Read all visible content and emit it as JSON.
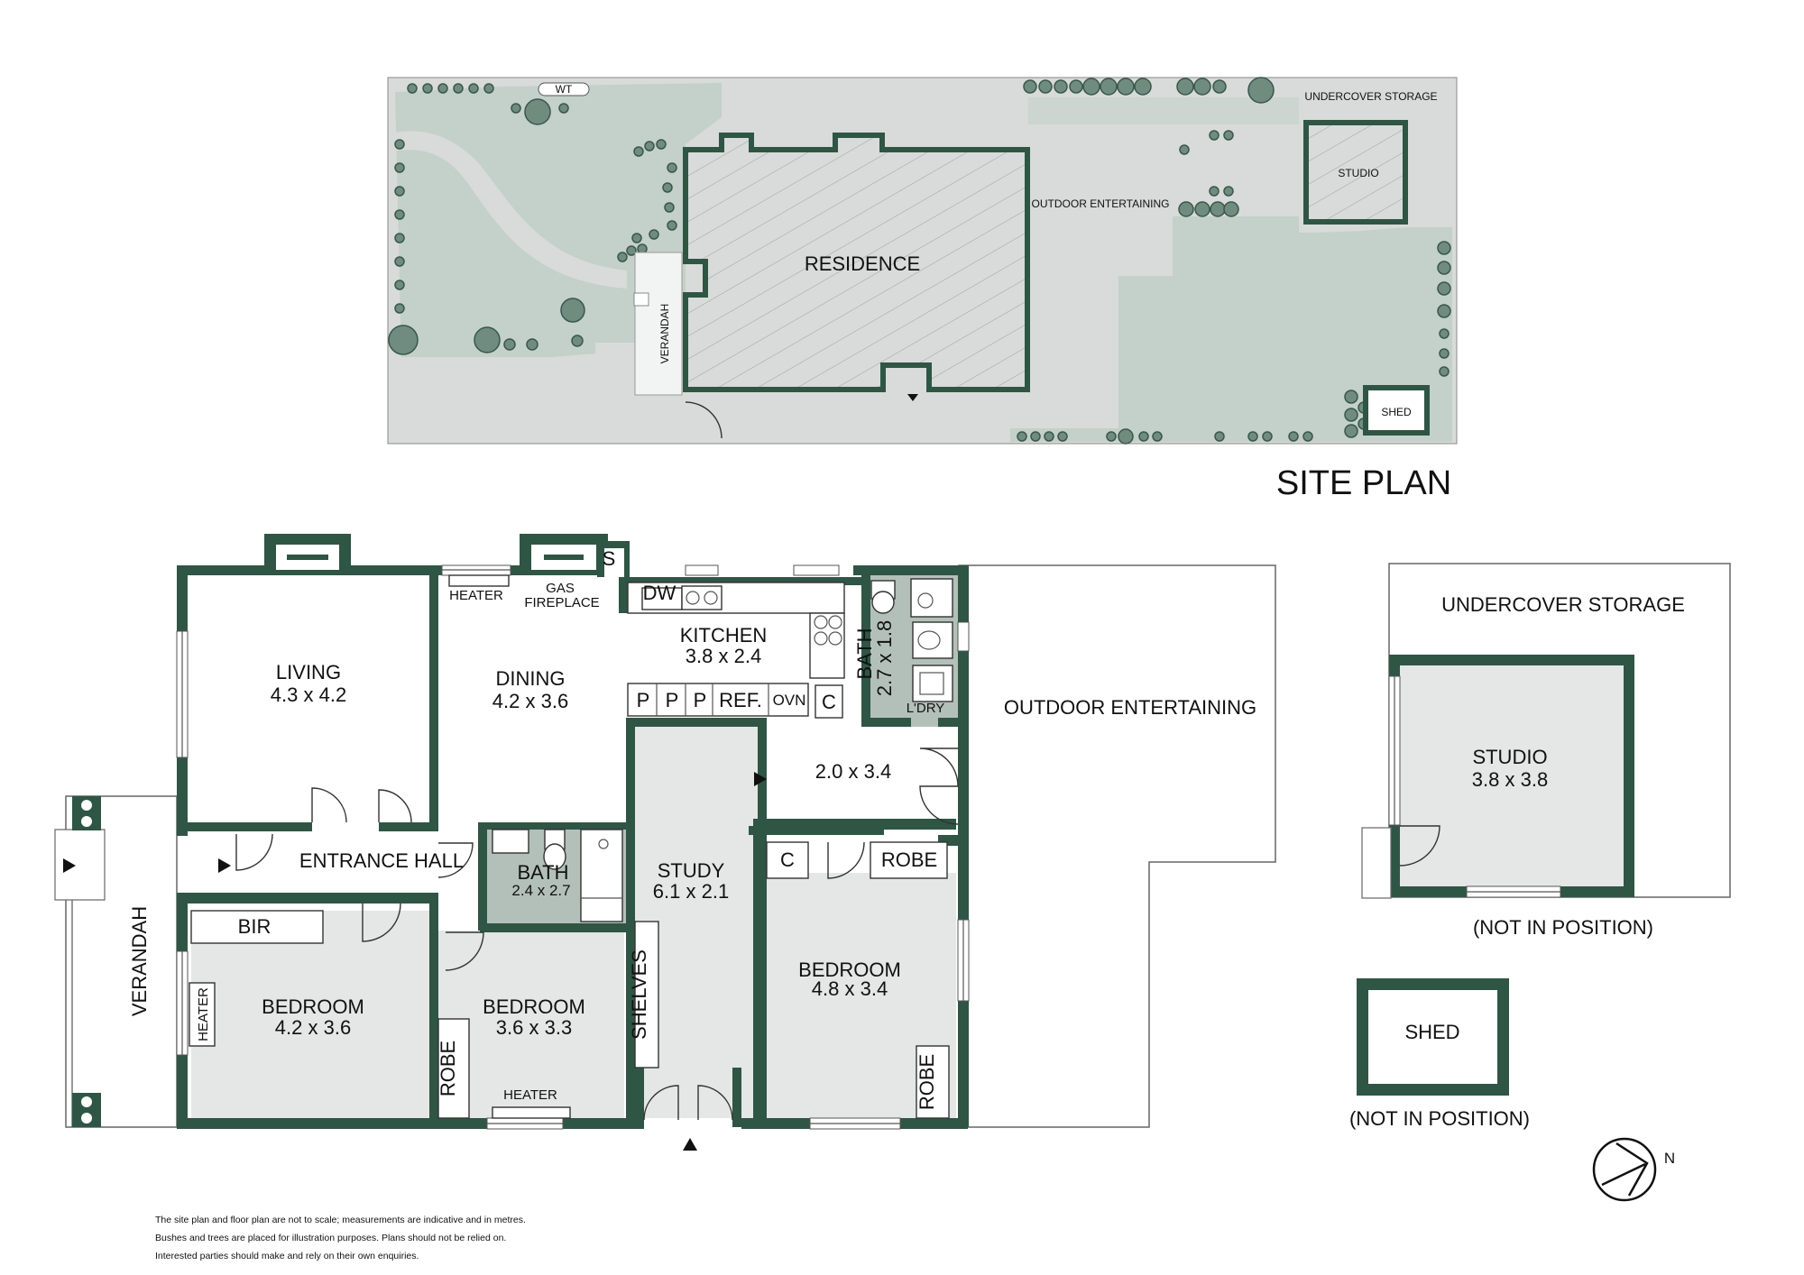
{
  "site_plan": {
    "title": "SITE PLAN",
    "labels": {
      "residence": "RESIDENCE",
      "verandah": "VERANDAH",
      "wt": "WT",
      "outdoor_entertaining": "OUTDOOR ENTERTAINING",
      "undercover_storage": "UNDERCOVER STORAGE",
      "studio": "STUDIO",
      "shed": "SHED"
    }
  },
  "floor_plan": {
    "rooms": {
      "living": {
        "name": "LIVING",
        "dims": "4.3 x 4.2"
      },
      "dining": {
        "name": "DINING",
        "dims": "4.2 x 3.6"
      },
      "kitchen": {
        "name": "KITCHEN",
        "dims": "3.8 x 2.4"
      },
      "bath_main": {
        "name": "BATH",
        "dims": "2.7 x 1.8"
      },
      "bath_small": {
        "name": "BATH",
        "dims": "2.4 x 2.7"
      },
      "entrance_hall": {
        "name": "ENTRANCE HALL"
      },
      "study": {
        "name": "STUDY",
        "dims": "6.1 x 2.1"
      },
      "room_unnamed": {
        "dims": "2.0 x 3.4"
      },
      "bedroom_west": {
        "name": "BEDROOM",
        "dims": "4.2 x 3.6"
      },
      "bedroom_mid": {
        "name": "BEDROOM",
        "dims": "3.6 x 3.3"
      },
      "bedroom_east": {
        "name": "BEDROOM",
        "dims": "4.8 x 3.4"
      },
      "outdoor_entertaining": {
        "name": "OUTDOOR ENTERTAINING"
      },
      "verandah": {
        "name": "VERANDAH"
      }
    },
    "fixtures": {
      "heater": "HEATER",
      "gas_fireplace_1": "GAS",
      "gas_fireplace_2": "FIREPLACE",
      "s": "S",
      "dw": "DW",
      "p": "P",
      "ref": "REF.",
      "ovn": "OVN",
      "c": "C",
      "ldry": "L'DRY",
      "bir": "BIR",
      "robe": "ROBE",
      "shelves": "SHELVES"
    }
  },
  "outbuildings": {
    "undercover_storage": "UNDERCOVER STORAGE",
    "studio": {
      "name": "STUDIO",
      "dims": "3.8 x 3.8"
    },
    "shed": "SHED",
    "not_in_position": "(NOT IN POSITION)"
  },
  "compass": {
    "label": "N"
  },
  "disclaimer": [
    "The site plan and floor plan are not to scale; measurements are indicative and in metres.",
    "Bushes and trees are placed for illustration purposes. Plans should not be relied on.",
    "Interested parties should make and rely on their own enquiries."
  ],
  "colors": {
    "wall": "#2f5545",
    "room_grey": "#e5e6e6",
    "wet_area": "#b3c0b9",
    "site_ground": "#d8dbd9",
    "site_lawn": "#c4d0ca",
    "bush": "#6f8c7f"
  }
}
